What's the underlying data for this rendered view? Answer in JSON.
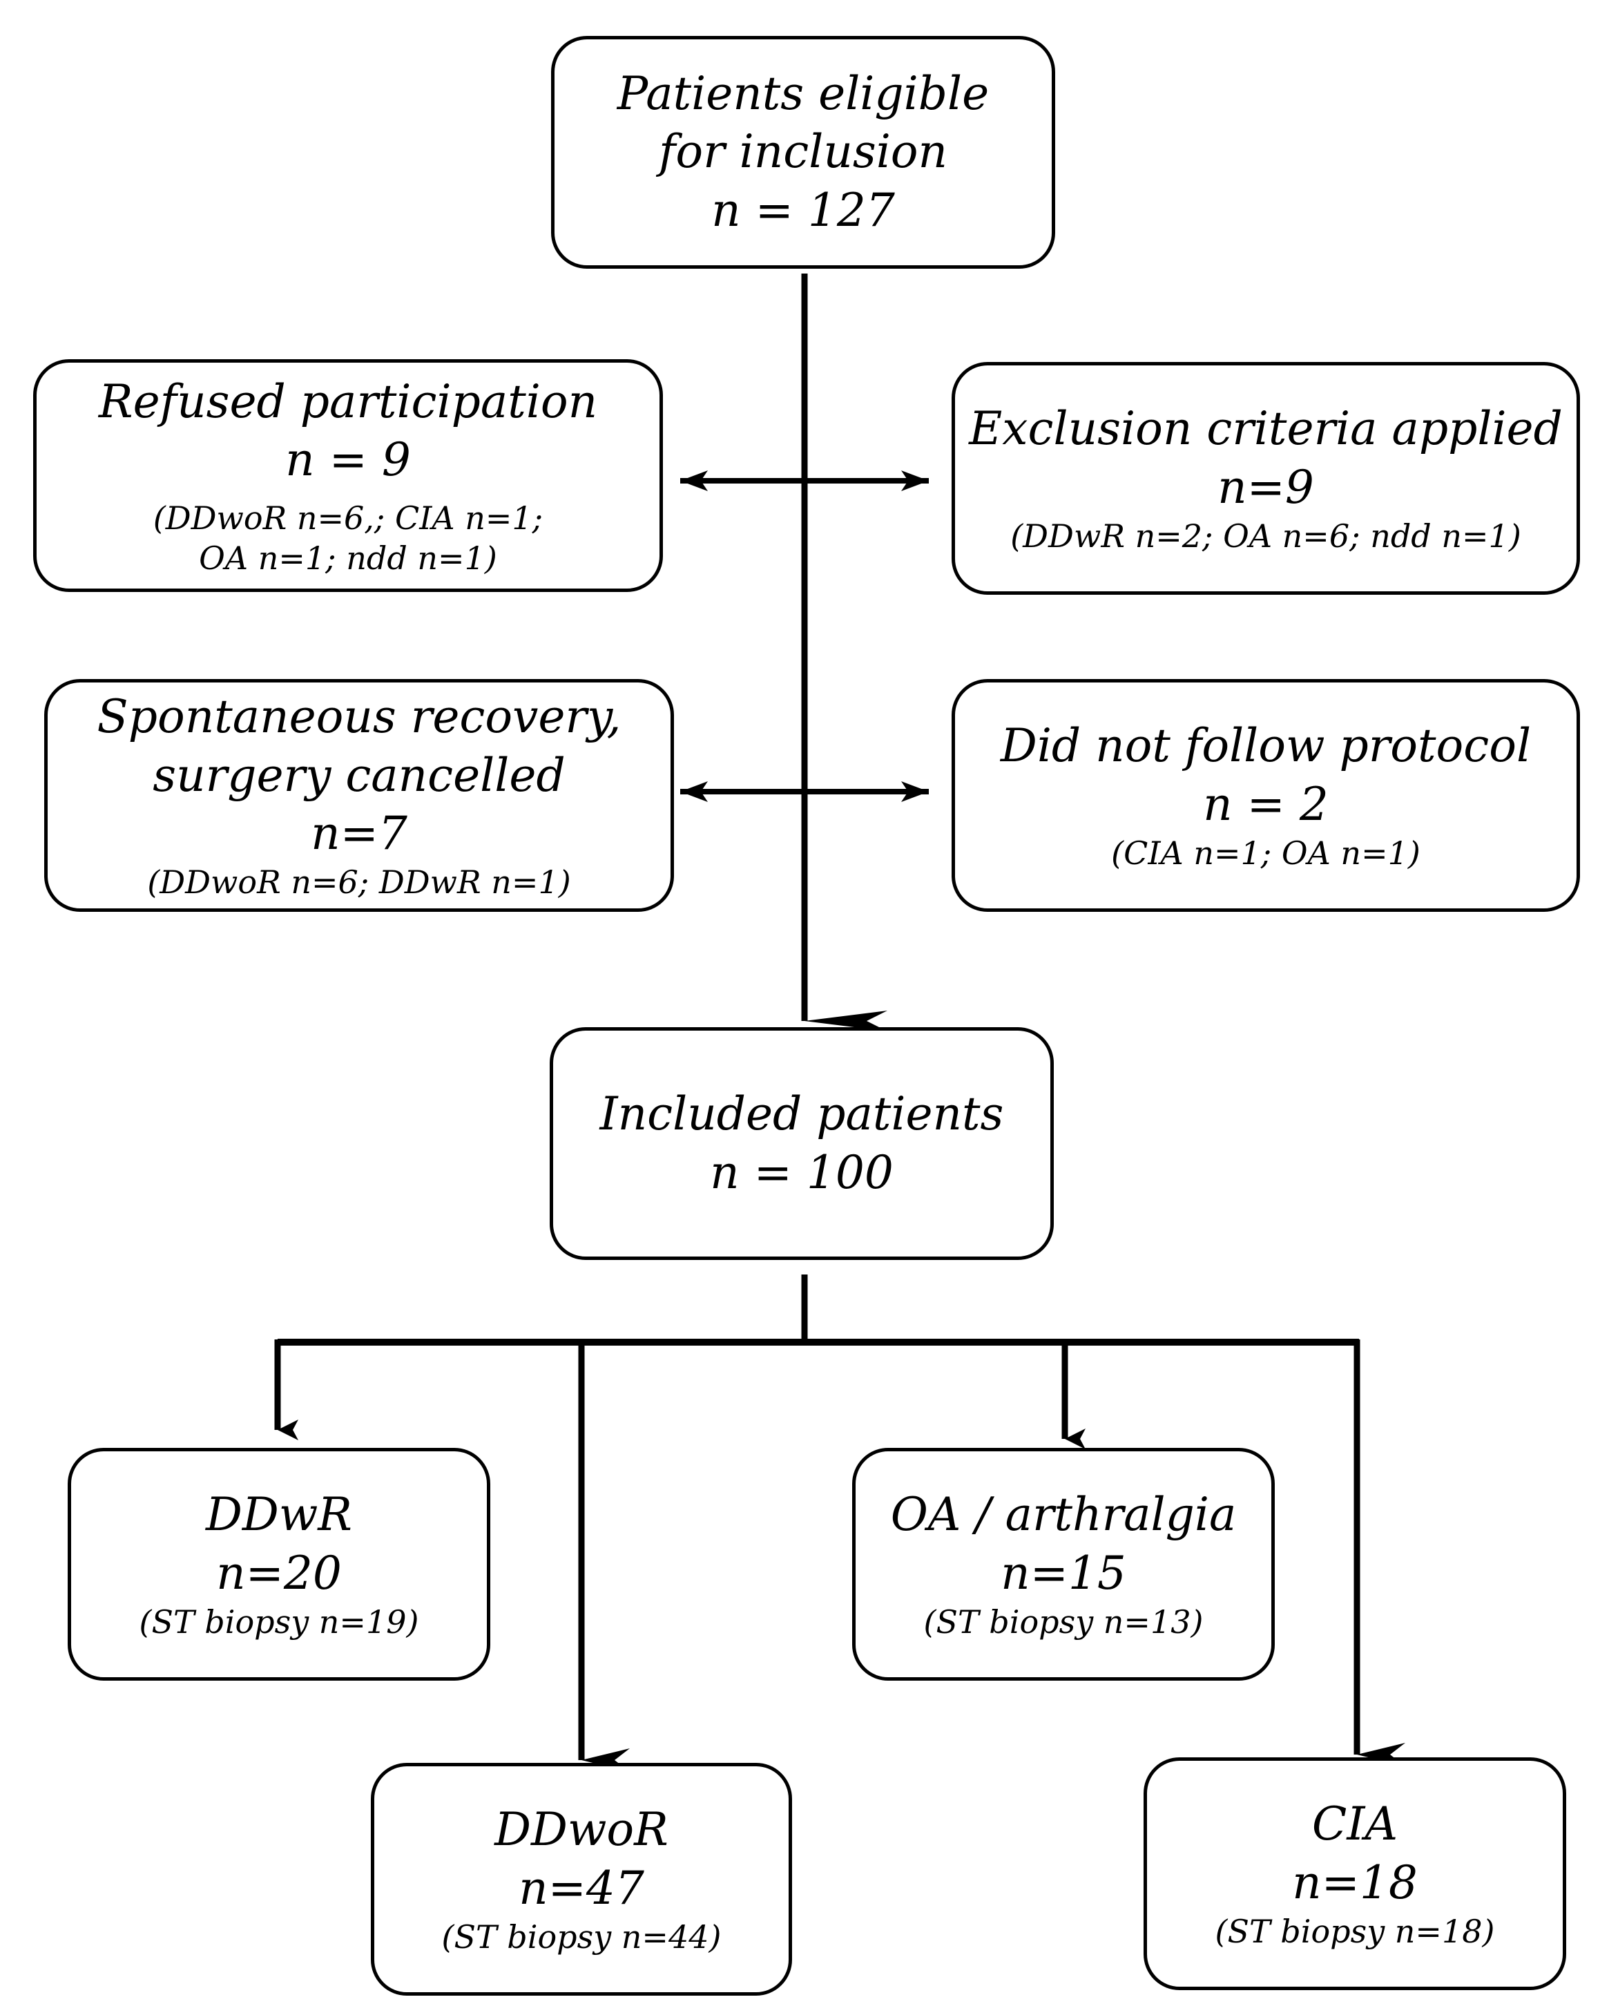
{
  "eligible": {
    "line1": "Patients eligible",
    "line2": "for inclusion",
    "n": "n = 127"
  },
  "refused": {
    "title": "Refused participation",
    "n": "n = 9",
    "detail1": "(DDwoR n=6,; CIA n=1;",
    "detail2": "OA n=1; ndd n=1)"
  },
  "exclusion": {
    "title": "Exclusion criteria applied",
    "n": "n=9",
    "detail": "(DDwR n=2; OA n=6; ndd n=1)"
  },
  "spontaneous": {
    "line1": "Spontaneous recovery,",
    "line2": "surgery cancelled",
    "n": "n=7",
    "detail": "(DDwoR n=6; DDwR n=1)"
  },
  "protocol": {
    "title": "Did not follow protocol",
    "n": "n = 2",
    "detail": "(CIA n=1; OA n=1)"
  },
  "included": {
    "title": "Included patients",
    "n": "n = 100"
  },
  "ddwr": {
    "title": "DDwR",
    "n": "n=20",
    "detail": "(ST biopsy n=19)"
  },
  "oa": {
    "title": "OA / arthralgia",
    "n": "n=15",
    "detail": "(ST biopsy n=13)"
  },
  "ddwor": {
    "title": "DDwoR",
    "n": "n=47",
    "detail": "(ST biopsy n=44)"
  },
  "cia": {
    "title": "CIA",
    "n": "n=18",
    "detail": "(ST biopsy n=18)"
  }
}
